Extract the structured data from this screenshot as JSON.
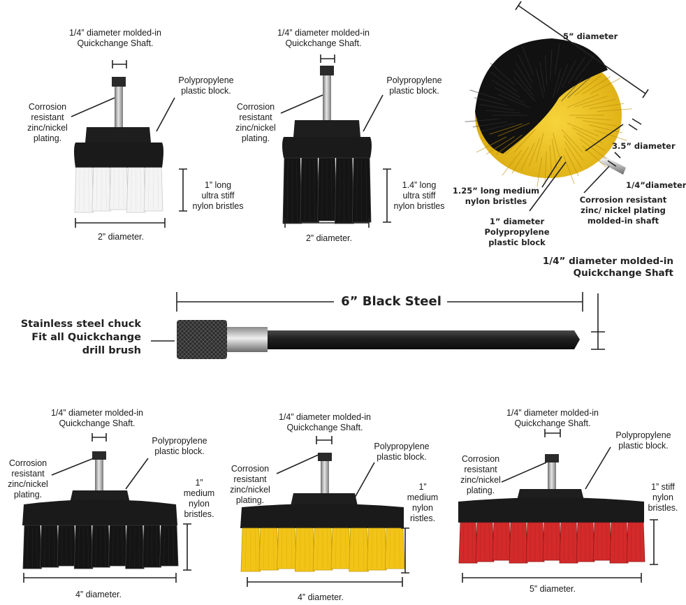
{
  "colors": {
    "black_bristle": "#141414",
    "white_bristle": "#f4f4f4",
    "yellow_bristle": "#f2c417",
    "red_bristle": "#d42a2a",
    "block": "#1e1e1e",
    "steel": "#b8b8b8",
    "line": "#222222"
  },
  "brush_white_2in": {
    "shaft": "1/4” diameter molded-in\nQuickchange Shaft.",
    "coating": "Corrosion\nresistant\nzinc/nickel\nplating.",
    "block": "Polypropylene\nplastic block.",
    "bristles": "1” long\nultra stiff\nnylon bristles",
    "diameter": "2” diameter."
  },
  "brush_black_2in": {
    "shaft": "1/4” diameter molded-in\nQuickchange Shaft.",
    "coating": "Corrosion\nresistant\nzinc/nickel\nplating.",
    "block": "Polypropylene\nplastic block.",
    "bristles": "1.4” long\nultra stiff\nnylon bristles",
    "diameter": "2” diameter."
  },
  "brush_round": {
    "diameter_outer": "5” diameter",
    "diameter_inner": "3.5” diameter",
    "shaft_diameter": "1/4”diameter",
    "bristles": "1.25” long medium\nnylon bristles",
    "coating": "Corrosion resistant\nzinc/ nickel plating\nmolded-in shaft",
    "block": "1” diameter\nPolypropylene\nplastic block"
  },
  "extension": {
    "shaft": "1/4” diameter molded-in\nQuickchange Shaft",
    "length": "6” Black Steel",
    "chuck": "Stainless steel chuck\nFit all Quickchange\ndrill brush"
  },
  "brush_black_4in": {
    "shaft": "1/4” diameter molded-in\nQuickchange Shaft.",
    "coating": "Corrosion\nresistant\nzinc/nickel\nplating.",
    "block": "Polypropylene\nplastic block.",
    "bristles": "1”\nmedium\nnylon\nbristles.",
    "diameter": "4” diameter."
  },
  "brush_yellow_4in": {
    "shaft": "1/4” diameter molded-in\nQuickchange Shaft.",
    "coating": "Corrosion\nresistant\nzinc/nickel\nplating.",
    "block": "Polypropylene\nplastic block.",
    "bristles": "1”\nmedium\nnylon\nristles.",
    "diameter": "4” diameter."
  },
  "brush_red_5in": {
    "shaft": "1/4” diameter molded-in\nQuickchange Shaft.",
    "coating": "Corrosion\nresistant\nzinc/nickel\nplating.",
    "block": "Polypropylene\nplastic block.",
    "bristles": "1” stiff\nnylon\nbristles.",
    "diameter": "5” diameter."
  }
}
